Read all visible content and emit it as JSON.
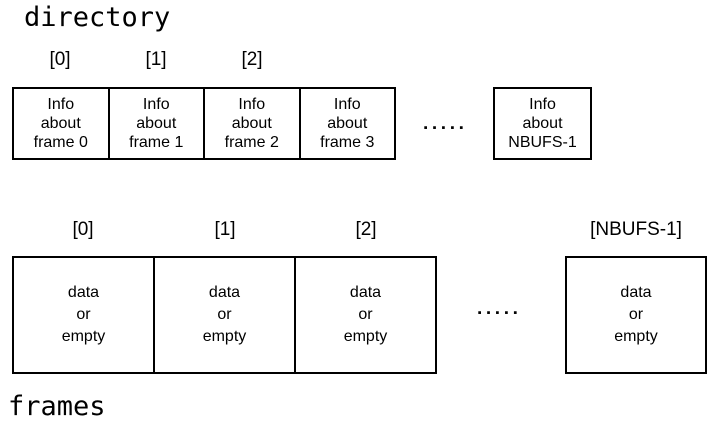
{
  "colors": {
    "background": "#ffffff",
    "border": "#000000",
    "text": "#000000"
  },
  "directory": {
    "title": "directory",
    "indices": [
      "[0]",
      "[1]",
      "[2]"
    ],
    "cells": [
      [
        "Info",
        "about",
        "frame 0"
      ],
      [
        "Info",
        "about",
        "frame 1"
      ],
      [
        "Info",
        "about",
        "frame 2"
      ],
      [
        "Info",
        "about",
        "frame 3"
      ]
    ],
    "ellipsis": "▪▪▪▪▪",
    "tail_cell": [
      "Info",
      "about",
      "NBUFS-1"
    ]
  },
  "frames": {
    "title": "frames",
    "indices": [
      "[0]",
      "[1]",
      "[2]"
    ],
    "tail_index": "[NBUFS-1]",
    "cells": [
      [
        "data",
        "or",
        "empty"
      ],
      [
        "data",
        "or",
        "empty"
      ],
      [
        "data",
        "or",
        "empty"
      ]
    ],
    "ellipsis": "▪▪▪▪▪",
    "tail_cell": [
      "data",
      "or",
      "empty"
    ]
  }
}
